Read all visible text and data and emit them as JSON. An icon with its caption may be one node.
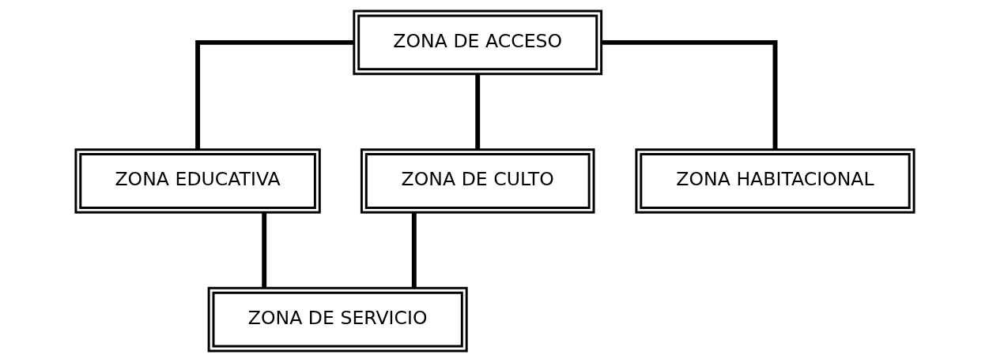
{
  "diagram": {
    "nodes": [
      {
        "text": [
          "ZONA DE ACCESO"
        ]
      },
      {
        "text": [
          "ZONA EDUCATIVA"
        ]
      },
      {
        "text": [
          "ZONA DE CULTO"
        ]
      },
      {
        "text": [
          "ZONA HABITACIONAL"
        ]
      },
      {
        "text": [
          "ZONA DE SERVICIO"
        ]
      }
    ],
    "edges": [
      {
        "from": 0,
        "to": 1,
        "arrow": "none"
      },
      {
        "from": 0,
        "to": 2,
        "arrow": "none"
      },
      {
        "from": 0,
        "to": 3,
        "arrow": "none"
      },
      {
        "from": 2,
        "to": 4,
        "arrow": "none"
      },
      {
        "from": 1,
        "to": 4,
        "arrow": "none"
      }
    ]
  }
}
